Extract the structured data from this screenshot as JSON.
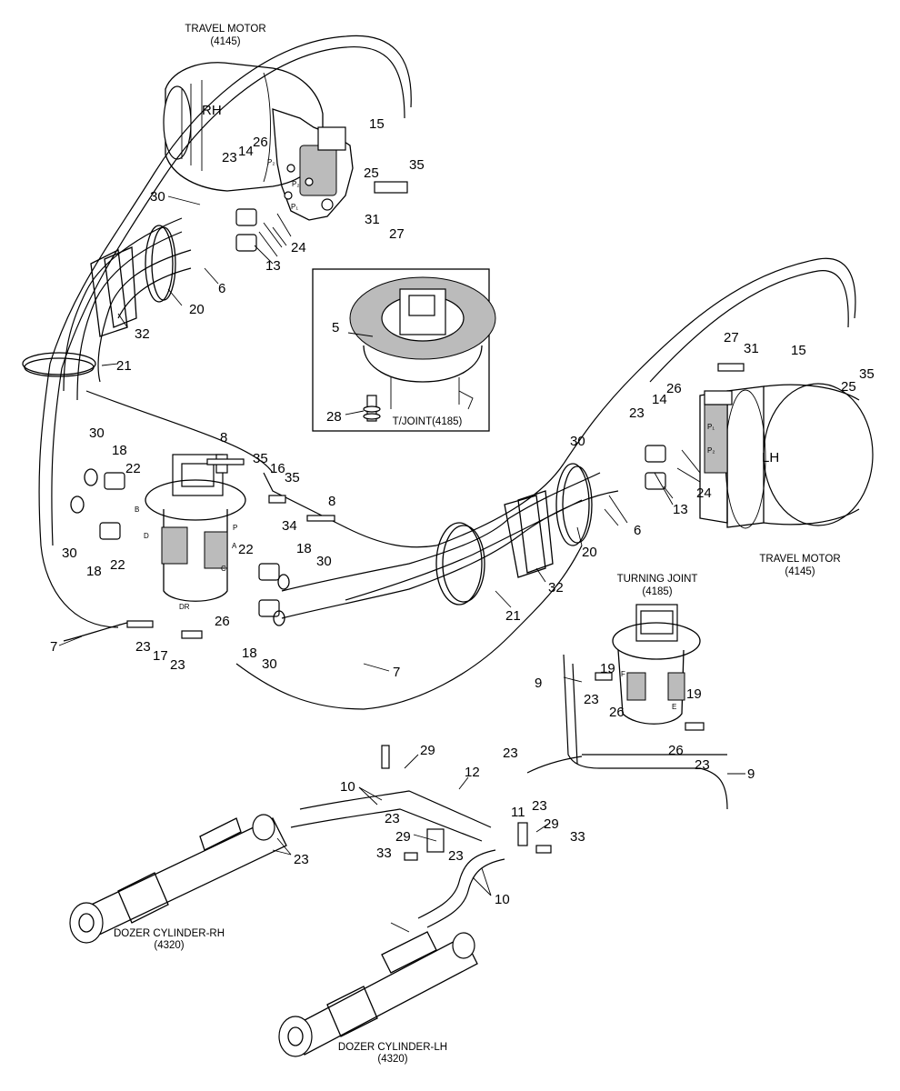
{
  "titles": {
    "travel_motor_rh": "TRAVEL MOTOR",
    "travel_motor_rh_code": "(4145)",
    "travel_motor_lh": "TRAVEL MOTOR",
    "travel_motor_lh_code": "(4145)",
    "turning_joint": "TURNING JOINT",
    "turning_joint_code": "(4185)",
    "tjoint_inset": "T/JOINT(4185)",
    "dozer_rh": "DOZER CYLINDER-RH",
    "dozer_rh_code": "(4320)",
    "dozer_lh": "DOZER CYLINDER-LH",
    "dozer_lh_code": "(4320)",
    "rh": "RH",
    "lh": "LH"
  },
  "port_labels": {
    "p1": "P₁",
    "p2": "P₂",
    "ps": "Ps",
    "dr": "DR",
    "a": "A",
    "b": "B",
    "c": "C",
    "d": "D",
    "e": "E",
    "f": "F",
    "p": "P"
  },
  "part_numbers": [
    "15",
    "26",
    "14",
    "23",
    "25",
    "35",
    "30",
    "31",
    "27",
    "24",
    "13",
    "6",
    "20",
    "32",
    "21",
    "5",
    "28",
    "27",
    "31",
    "15",
    "35",
    "25",
    "26",
    "14",
    "23",
    "30",
    "24",
    "13",
    "6",
    "20",
    "32",
    "21",
    "8",
    "35",
    "16",
    "35",
    "34",
    "8",
    "22",
    "18",
    "30",
    "22",
    "18",
    "30",
    "22",
    "18",
    "30",
    "18",
    "30",
    "26",
    "7",
    "23",
    "17",
    "23",
    "7",
    "19",
    "9",
    "23",
    "26",
    "19",
    "26",
    "23",
    "9",
    "29",
    "23",
    "12",
    "10",
    "23",
    "11",
    "23",
    "29",
    "29",
    "33",
    "23",
    "33",
    "10",
    "23"
  ]
}
